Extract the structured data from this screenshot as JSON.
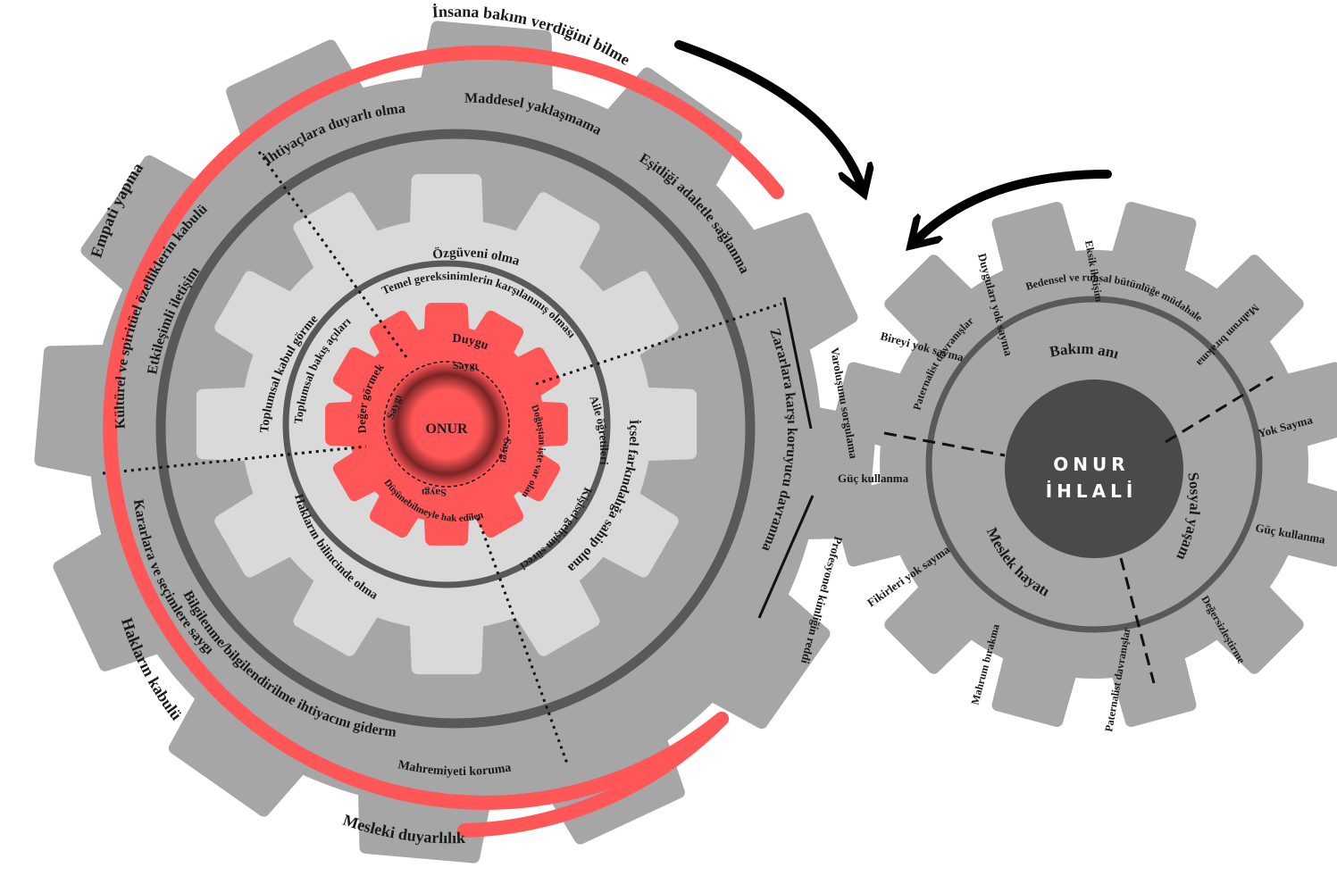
{
  "big_gear": {
    "outer_ring": {
      "top": "İnsana bakım verdiğini bilme",
      "left_top": "Empati yapma",
      "left_bottom": "Hakların kabulü",
      "bottom": "Mesleki duyarlılık"
    },
    "outer_band": [
      "İhtiyaçlara duyarlı olma",
      "Maddesel yaklaşmama",
      "Eşitliği adaletle sağlanma",
      "Kültürel ve spiritüel özelliklerin kabulü",
      "Etkileşimli iletişim",
      "Kararlara ve seçimlere saygı",
      "Bilgilenme/bilgilendirilme ihtiyacını giderme",
      "Mahremiyeti koruma",
      "Zararlara karşı koruyucu davranma"
    ],
    "tooth_labels": {
      "t1": "Varoluşunu sorgulama",
      "t2": "Profesyonel kimliğin reddi"
    },
    "middle_gear": [
      "Özgüveni olma",
      "Temel gereksinimlerin karşılanmış olması",
      "Toplumsal kabul görme",
      "Toplumsal bakış açıları",
      "Aile öğretileri",
      "İçsel farkındalığa sahip olma",
      "Kişisel gelişim süreci",
      "Hakların bilincinde olma"
    ],
    "inner_gear": {
      "center": "ONUR",
      "labels": [
        "Duygu",
        "Değer görmek",
        "Doğuştan işte var olan",
        "Düşünebilmeyle hak edilen"
      ],
      "ring_word": "Saygı"
    }
  },
  "small_gear": {
    "center_line1": "ONUR",
    "center_line2": "İHLALİ",
    "sections": [
      "Bakım anı",
      "Sosyal yaşam",
      "Meslek hayatı"
    ],
    "teeth": [
      "Bireyi yok sayma",
      "Duyguları yok sayma",
      "Eksik iletişim",
      "Bedensel ve ruhsal bütünlüğe müdahale",
      "Mahrum bırakma",
      "Paternalist davranışlar",
      "Yok Sayma",
      "Güç kullanma",
      "Değersizleştirme",
      "Paternalist davranışlar",
      "Mahrum bırakma",
      "Fikirleri yok sayma",
      "Güç kullanma"
    ]
  },
  "colors": {
    "gear_dark": "#a6a6a6",
    "gear_light": "#d9d9d9",
    "ring_dark": "#595959",
    "accent_red": "#ff5757",
    "core_dark": "#4a4a4a"
  }
}
